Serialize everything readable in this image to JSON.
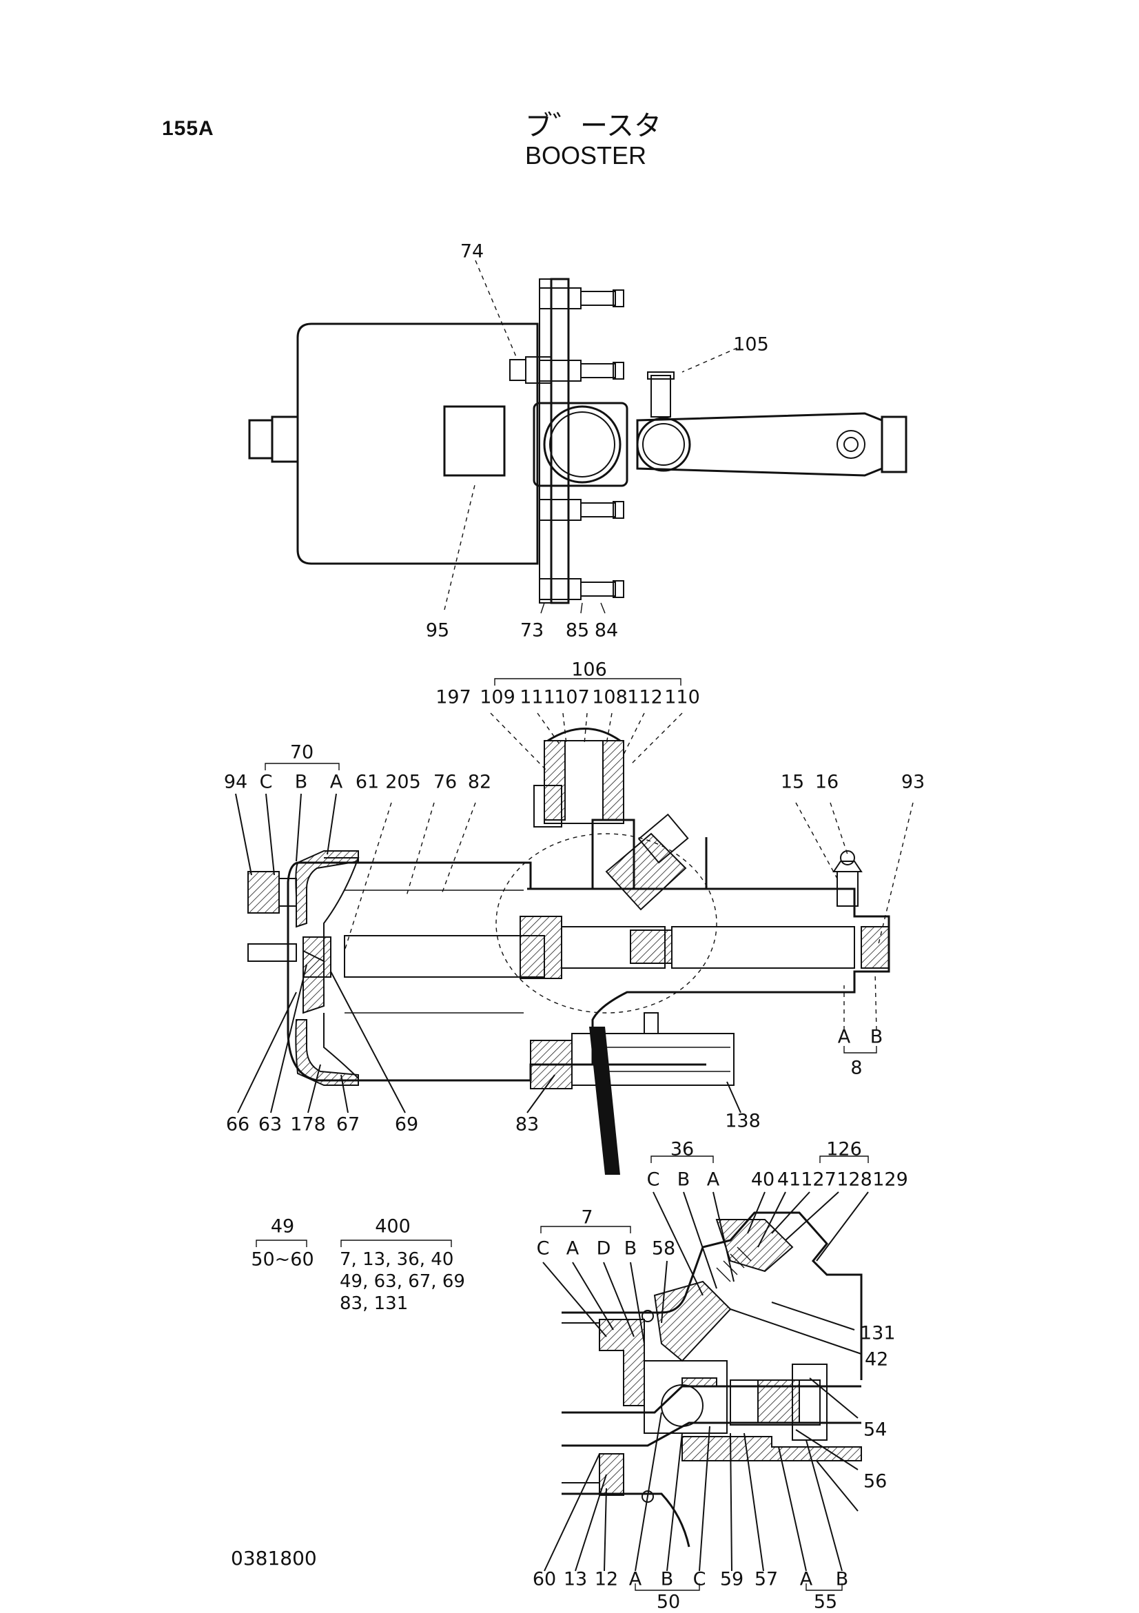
{
  "header": {
    "page_code": "155A",
    "title_jp": "ブ゛ースタ",
    "title_en": "BOOSTER"
  },
  "drawing_code": "0381800",
  "top_view": {
    "callouts": [
      "74",
      "105",
      "95",
      "73",
      "85",
      "84"
    ]
  },
  "section_view": {
    "group_106": {
      "label": "106",
      "items": [
        "109",
        "111",
        "107",
        "108",
        "112",
        "110"
      ]
    },
    "group_70": {
      "label": "70",
      "sub": [
        "C",
        "B",
        "A"
      ]
    },
    "group_8": {
      "label": "8",
      "sub": [
        "A",
        "B"
      ]
    },
    "callouts": [
      "197",
      "94",
      "61",
      "205",
      "76",
      "82",
      "15",
      "16",
      "93",
      "66",
      "63",
      "178",
      "67",
      "69",
      "83",
      "138"
    ]
  },
  "detail_view": {
    "group_36": {
      "label": "36",
      "sub": [
        "C",
        "B",
        "A"
      ]
    },
    "group_126": {
      "label": "126",
      "items": [
        "127",
        "128",
        "129"
      ]
    },
    "group_7": {
      "label": "7",
      "sub": [
        "C",
        "A",
        "D",
        "B"
      ]
    },
    "group_50": {
      "label": "50",
      "sub": [
        "A",
        "B",
        "C"
      ]
    },
    "group_55": {
      "label": "55",
      "sub": [
        "A",
        "B"
      ]
    },
    "callouts": [
      "40",
      "41",
      "58",
      "131",
      "42",
      "54",
      "56",
      "60",
      "13",
      "12",
      "59",
      "57"
    ]
  },
  "kits": {
    "kit_49": {
      "label": "49",
      "contents": "50~60"
    },
    "kit_400": {
      "label": "400",
      "lines": [
        "7, 13, 36, 40",
        "49, 63, 67, 69",
        "83, 131"
      ]
    }
  }
}
